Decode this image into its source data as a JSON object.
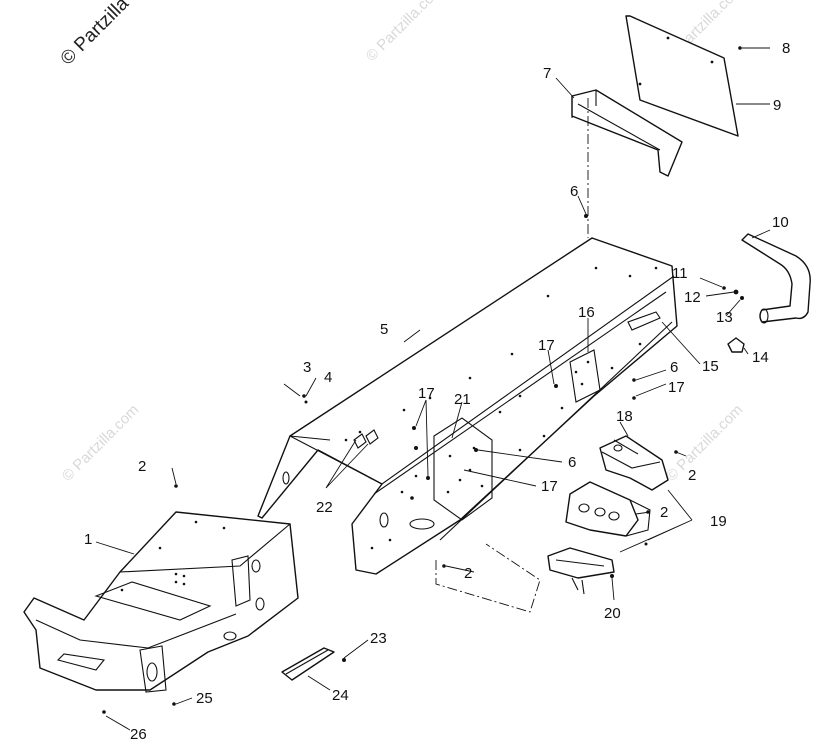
{
  "watermark": {
    "main": "© Partzilla",
    "repeat": "© Partzilla.com"
  },
  "callouts": {
    "c1": "1",
    "c2a": "2",
    "c2b": "2",
    "c2c": "2",
    "c2d": "2",
    "c3": "3",
    "c4": "4",
    "c5": "5",
    "c6a": "6",
    "c6b": "6",
    "c6c": "6",
    "c7": "7",
    "c8": "8",
    "c9": "9",
    "c10": "10",
    "c11": "11",
    "c12": "12",
    "c13": "13",
    "c14": "14",
    "c15": "15",
    "c16": "16",
    "c17a": "17",
    "c17b": "17",
    "c17c": "17",
    "c17d": "17",
    "c18": "18",
    "c19": "19",
    "c20": "20",
    "c21": "21",
    "c22": "22",
    "c23": "23",
    "c24": "24",
    "c25": "25",
    "c26": "26"
  }
}
